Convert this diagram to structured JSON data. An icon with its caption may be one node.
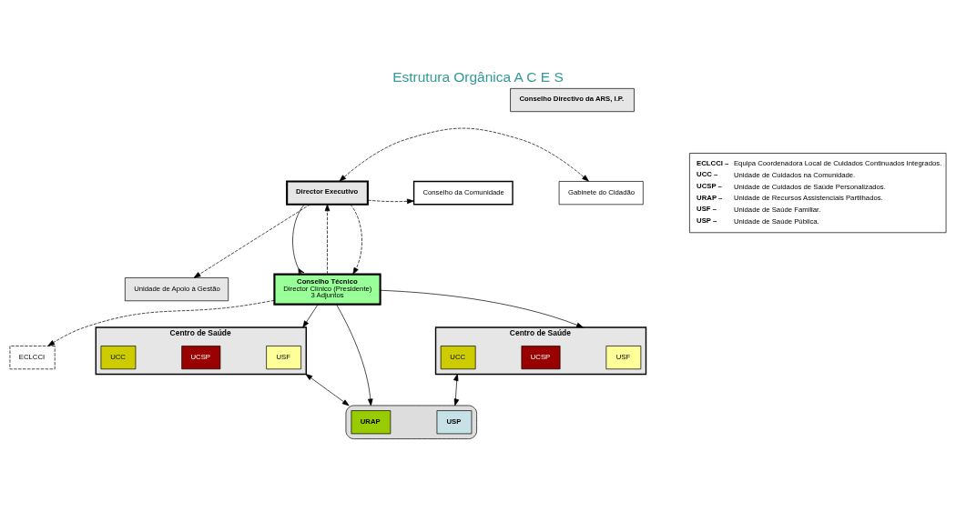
{
  "diagram": {
    "title": "Estrutura Orgânica A C E S",
    "nodes": [
      {
        "text": [
          "Conselho Directivo da ARS, I.P."
        ]
      },
      {
        "text": [
          "Gabinete do Cidadão"
        ]
      },
      {
        "text": [
          "Director Executivo"
        ]
      },
      {
        "text": [
          "Conselho da Comunidade"
        ]
      },
      {
        "text": [
          "Unidade de Apoio à Gestão"
        ]
      },
      {
        "text": [
          "Conselho Técnico",
          "Director Clínico (Presidente)",
          "3 Adjuntos"
        ]
      },
      {
        "text": [
          "ECLCCI"
        ]
      },
      {
        "text": [
          "Centro de Saúde"
        ]
      },
      {
        "text": [
          "USF"
        ],
        "in": 7
      },
      {
        "text": [
          "UCSP"
        ],
        "in": 7
      },
      {
        "text": [
          "UCC"
        ],
        "in": 7
      },
      {
        "text": [],
        "shape": "ellipse"
      },
      {
        "text": [
          "USP"
        ],
        "in": 11
      },
      {
        "text": [
          "URAP"
        ],
        "in": 11
      },
      {
        "text": [
          "Centro de Saúde"
        ]
      },
      {
        "text": [
          "USF"
        ],
        "in": 14
      },
      {
        "text": [
          "UCSP"
        ],
        "in": 14
      },
      {
        "text": [
          "UCC"
        ],
        "in": 14
      },
      {
        "text": [
          "ECLCCI –",
          "Equipa Coordenadora Local de Cuidados Continuados Integrados.",
          "UCC –",
          "Unidade de Cuidados na Comunidade.",
          "UCSP –",
          "Unidade de Cuidados de Saúde Personalizados.",
          "URAP –",
          "Unidade de Recursos Assistenciais Partilhados.",
          "USF –",
          "Unidade de Saúde Familiar.",
          "USP –",
          "Unidade de Saúde Pública."
        ]
      }
    ],
    "edges": [
      {
        "from": 2,
        "to": 1,
        "arrow": "both",
        "style": "dashed"
      },
      {
        "from": 2,
        "to": 4,
        "arrow": "to",
        "style": "dashed"
      },
      {
        "from": 2,
        "to": 3,
        "arrow": "to",
        "style": "dashed"
      },
      {
        "from": 2,
        "to": 5,
        "arrow": "other"
      },
      {
        "from": 5,
        "to": 2,
        "arrow": "to",
        "style": "dashed"
      },
      {
        "from": 2,
        "to": 5,
        "arrow": "to",
        "style": "dashed"
      },
      {
        "from": 5,
        "to": 6,
        "arrow": "to",
        "style": "dashed"
      },
      {
        "from": 5,
        "to": 7,
        "arrow": "to"
      },
      {
        "from": 5,
        "to": 11,
        "arrow": "to"
      },
      {
        "from": 5,
        "to": 14,
        "arrow": "to"
      },
      {
        "from": 7,
        "to": 11,
        "arrow": "both"
      },
      {
        "from": 11,
        "to": 14,
        "arrow": "both"
      }
    ]
  }
}
